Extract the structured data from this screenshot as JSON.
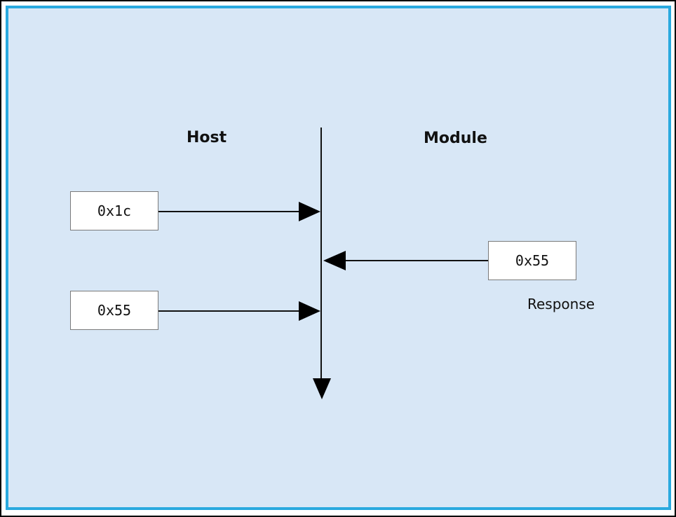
{
  "headings": {
    "left": "Host",
    "right": "Module"
  },
  "boxes": {
    "host_first": "0x1c",
    "host_second": "0x55",
    "module_reply": "0x55"
  },
  "module_caption": "Response",
  "colors": {
    "panel_fill": "#d8e7f6",
    "panel_border": "#29a9df",
    "ink": "#111111"
  }
}
